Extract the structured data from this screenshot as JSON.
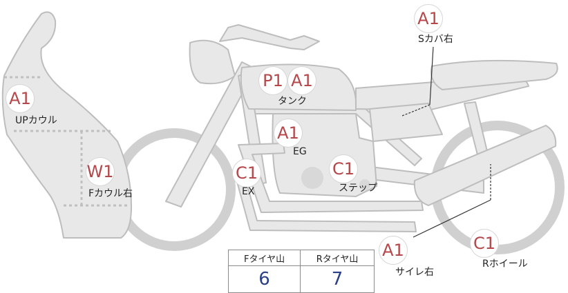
{
  "colors": {
    "body_fill": "#e8e8e8",
    "body_stroke": "#bdbdbd",
    "badge_text": "#b5474a",
    "value_text": "#2b3f86",
    "dotted": "#bfbfbf",
    "leader": "#333333"
  },
  "marks": [
    {
      "id": "s-cover-right",
      "grade": "A1",
      "label": "Sカバ右"
    },
    {
      "id": "tank-p",
      "grade": "P1"
    },
    {
      "id": "tank-a",
      "grade": "A1",
      "label": "タンク"
    },
    {
      "id": "up-cowl",
      "grade": "A1",
      "label": "UPカウル"
    },
    {
      "id": "engine",
      "grade": "A1",
      "label": "EG"
    },
    {
      "id": "f-cowl-right",
      "grade": "W1",
      "label": "Fカウル右"
    },
    {
      "id": "exhaust",
      "grade": "C1",
      "label": "EX"
    },
    {
      "id": "step",
      "grade": "C1",
      "label": "ステップ"
    },
    {
      "id": "silencer-right",
      "grade": "A1",
      "label": "サイレ右"
    },
    {
      "id": "r-wheel",
      "grade": "C1",
      "label": "Rホイール"
    }
  ],
  "tread": {
    "front_header": "Fタイヤ山",
    "rear_header": "Rタイヤ山",
    "front_value": "6",
    "rear_value": "7"
  }
}
